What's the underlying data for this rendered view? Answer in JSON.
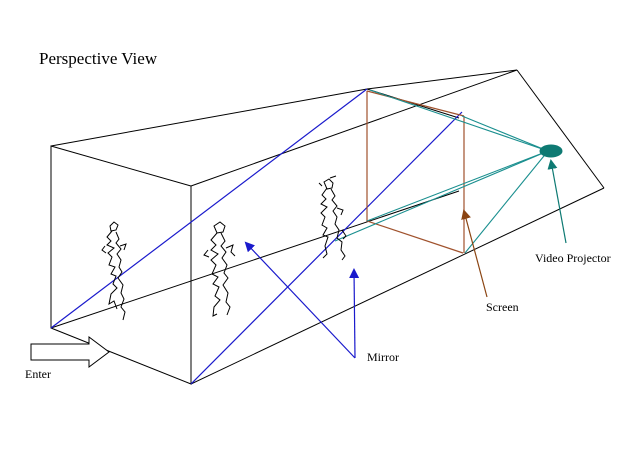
{
  "title": "Perspective View",
  "labels": {
    "enter": "Enter",
    "mirror": "Mirror",
    "screen": "Screen",
    "projector": "Video Projector"
  },
  "colors": {
    "box_lines": "#000000",
    "mirror_lines": "#1a1acc",
    "screen_lines": "#a0522d",
    "projector_beams": "#1a8f8f",
    "projector_fill": "#0e7a73",
    "label_arrows_mirror": "#1a1acc",
    "label_arrow_screen": "#8b4513",
    "label_arrow_projector": "#0e7a73"
  },
  "figures": [
    "walking-person-figure",
    "walking-person-figure",
    "walking-person-figure"
  ]
}
